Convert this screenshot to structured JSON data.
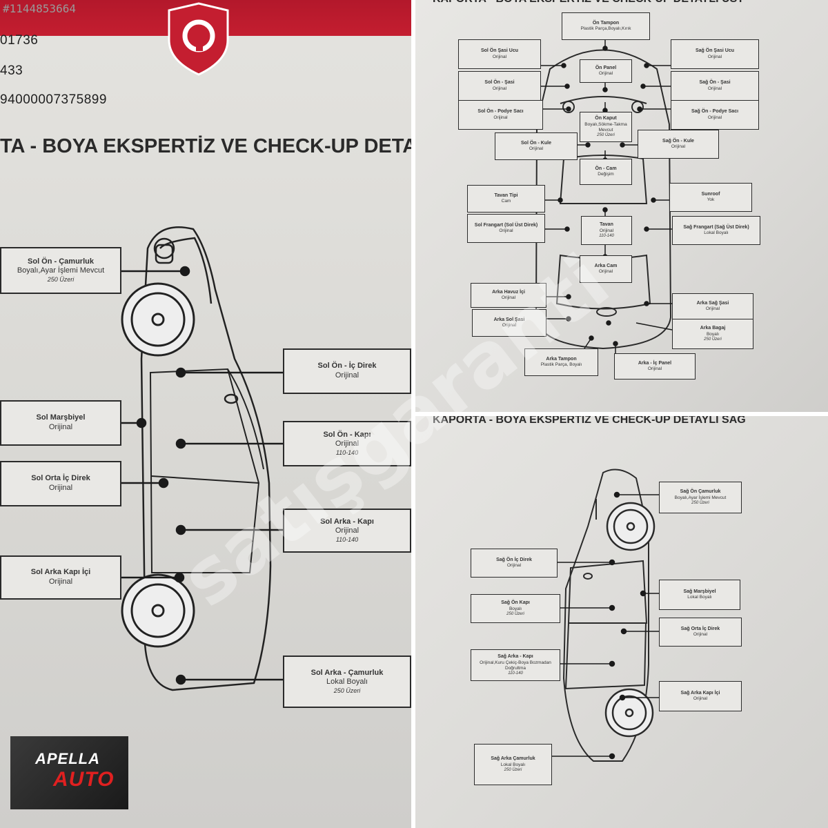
{
  "left_panel": {
    "photo_stamp": "#1144853664",
    "header_lines": [
      "01736",
      "433",
      "94000007375899"
    ],
    "heading": "TA - BOYA EKSPERTİZ VE CHECK-UP DETAYL",
    "boxes": [
      {
        "title": "Sol Ön - Çamurluk",
        "detail": "Boyalı,Ayar İşlemi Mevcut",
        "sub": "250 Üzeri"
      },
      {
        "title": "Sol Ön - İç Direk",
        "detail": "Orijinal",
        "sub": ""
      },
      {
        "title": "Sol Marşbiyel",
        "detail": "Orijinal",
        "sub": ""
      },
      {
        "title": "Sol Ön - Kapı",
        "detail": "Orijinal",
        "sub": "110-140"
      },
      {
        "title": "Sol Orta İç Direk",
        "detail": "Orijinal",
        "sub": ""
      },
      {
        "title": "Sol Arka - Kapı",
        "detail": "Orijinal",
        "sub": "110-140"
      },
      {
        "title": "Sol Arka Kapı İçi",
        "detail": "Orijinal",
        "sub": ""
      },
      {
        "title": "Sol Arka - Çamurluk",
        "detail": "Lokal Boyalı",
        "sub": "250 Üzeri"
      }
    ],
    "logo_line1": "APELLA",
    "logo_line2": "AUTO"
  },
  "top_right_panel": {
    "heading": "KAPORTA - BOYA EKSPERTİZ VE CHECK-UP DETAYLI ÜST",
    "boxes": [
      {
        "title": "Ön Tampon",
        "detail": "Plastik Parça,Boyalı,Kırık",
        "sub": ""
      },
      {
        "title": "Sol Ön Şasi Ucu",
        "detail": "Orijinal",
        "sub": ""
      },
      {
        "title": "Sağ Ön Şasi Ucu",
        "detail": "Orijinal",
        "sub": ""
      },
      {
        "title": "Ön Panel",
        "detail": "Orijinal",
        "sub": ""
      },
      {
        "title": "Sol Ön - Şasi",
        "detail": "Orijinal",
        "sub": ""
      },
      {
        "title": "Sağ Ön - Şasi",
        "detail": "Orijinal",
        "sub": ""
      },
      {
        "title": "Sol Ön - Podye Sacı",
        "detail": "Orijinal",
        "sub": ""
      },
      {
        "title": "Sağ Ön - Podye Sacı",
        "detail": "Orijinal",
        "sub": ""
      },
      {
        "title": "Ön Kaput",
        "detail": "Boyalı,Sökme-Takma Mevcut",
        "sub": "250 Üzeri"
      },
      {
        "title": "Sol Ön - Kule",
        "detail": "Orijinal",
        "sub": ""
      },
      {
        "title": "Sağ Ön - Kule",
        "detail": "Orijinal",
        "sub": ""
      },
      {
        "title": "Ön - Cam",
        "detail": "Değişim",
        "sub": ""
      },
      {
        "title": "Tavan Tipi",
        "detail": "Cam",
        "sub": ""
      },
      {
        "title": "Sunroof",
        "detail": "Yok",
        "sub": ""
      },
      {
        "title": "Sol Frangart (Sol Üst Direk)",
        "detail": "Orijinal",
        "sub": ""
      },
      {
        "title": "Tavan",
        "detail": "Orijinal",
        "sub": "110-140"
      },
      {
        "title": "Sağ Frangart (Sağ Üst Direk)",
        "detail": "Lokal Boyalı",
        "sub": ""
      },
      {
        "title": "Arka Cam",
        "detail": "Orijinal",
        "sub": ""
      },
      {
        "title": "Arka Havuz İçi",
        "detail": "Orijinal",
        "sub": ""
      },
      {
        "title": "Arka Sağ Şasi",
        "detail": "Orijinal",
        "sub": ""
      },
      {
        "title": "Arka Sol Şasi",
        "detail": "Orijinal",
        "sub": ""
      },
      {
        "title": "Arka Bagaj",
        "detail": "Boyalı",
        "sub": "250 Üzeri"
      },
      {
        "title": "Arka Tampon",
        "detail": "Plastik Parça, Boyalı",
        "sub": ""
      },
      {
        "title": "Arka - İç Panel",
        "detail": "Orijinal",
        "sub": ""
      }
    ]
  },
  "bottom_right_panel": {
    "heading": "KAPORTA - BOYA EKSPERTİZ VE CHECK-UP DETAYLI SAĞ",
    "boxes": [
      {
        "title": "Sağ Ön Çamurluk",
        "detail": "Boyalı,Ayar İşlemi Mevcut",
        "sub": "250 Üzeri"
      },
      {
        "title": "Sağ Ön İç Direk",
        "detail": "Orijinal",
        "sub": ""
      },
      {
        "title": "Sağ Marşbiyel",
        "detail": "Lokal Boyalı",
        "sub": ""
      },
      {
        "title": "Sağ Ön Kapı",
        "detail": "Boyalı",
        "sub": "250 Üzeri"
      },
      {
        "title": "Sağ Orta İç Direk",
        "detail": "Orijinal",
        "sub": ""
      },
      {
        "title": "Sağ Arka - Kapı",
        "detail": "Orijinal,Kuru Çekiç-Boya Bozmadan Doğrultma",
        "sub": "110-140"
      },
      {
        "title": "Sağ Arka Kapı İçi",
        "detail": "Orijinal",
        "sub": ""
      },
      {
        "title": "Sağ Arka Çamurluk",
        "detail": "Lokal Boyalı",
        "sub": "250 Üzeri"
      }
    ]
  },
  "watermark_text": "satışgaranti",
  "colors": {
    "brand_red": "#c41e30",
    "box_border": "#2a2a2a",
    "logo_red": "#e02020"
  },
  "icons": [
    "shield-logo-icon",
    "car-side-outline",
    "car-top-outline"
  ]
}
